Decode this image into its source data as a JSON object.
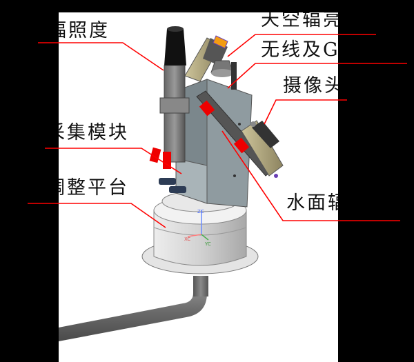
{
  "labels": {
    "irradiance": "辐照度",
    "sky_radiance": "天空辐亮",
    "wireless_gps": "无线及G",
    "camera": "摄像头",
    "acquisition_module": "采集模块",
    "adjustment_platform": "调整平台",
    "water_radiance": "水面辐"
  },
  "axes": {
    "x": "XC",
    "y": "YC",
    "z": "ZC"
  },
  "colors": {
    "leader": "#ff0000",
    "background": "#000000",
    "canvas": "#ffffff"
  }
}
